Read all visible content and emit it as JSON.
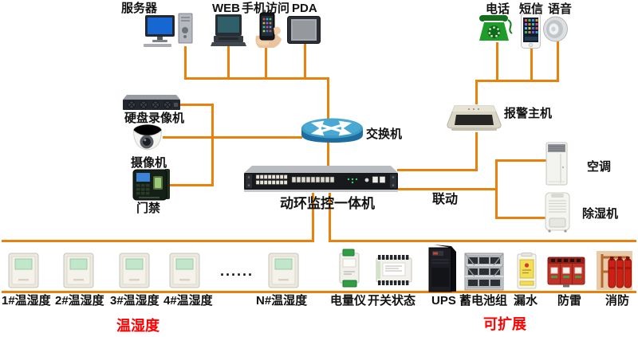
{
  "diagram": {
    "nodes": {
      "server": "服务器",
      "web": "WEB",
      "mobile_access": "手机访问",
      "pda": "PDA",
      "telephone": "电话",
      "sms": "短信",
      "voice": "语音",
      "dvr": "硬盘录像机",
      "camera": "摄像机",
      "door_access": "门禁",
      "switch": "交换机",
      "monitor_unit": "动环监控一体机",
      "linkage": "联动",
      "alarm_host": "报警主机",
      "air_conditioner": "空调",
      "dehumidifier": "除湿机"
    },
    "sensors": {
      "labels": [
        "1#温湿度",
        "2#温湿度",
        "3#温湿度",
        "4#温湿度"
      ],
      "n_label": "N#温湿度",
      "dots": "......",
      "group_label": "温湿度"
    },
    "expandable": {
      "labels": [
        "电量仪",
        "开关状态",
        "UPS",
        "蓄电池组",
        "漏水",
        "防雷",
        "消防"
      ],
      "group_label": "可扩展"
    },
    "colors": {
      "line": "#E8820C",
      "group_label": "#FF0000",
      "text": "#111111"
    }
  }
}
